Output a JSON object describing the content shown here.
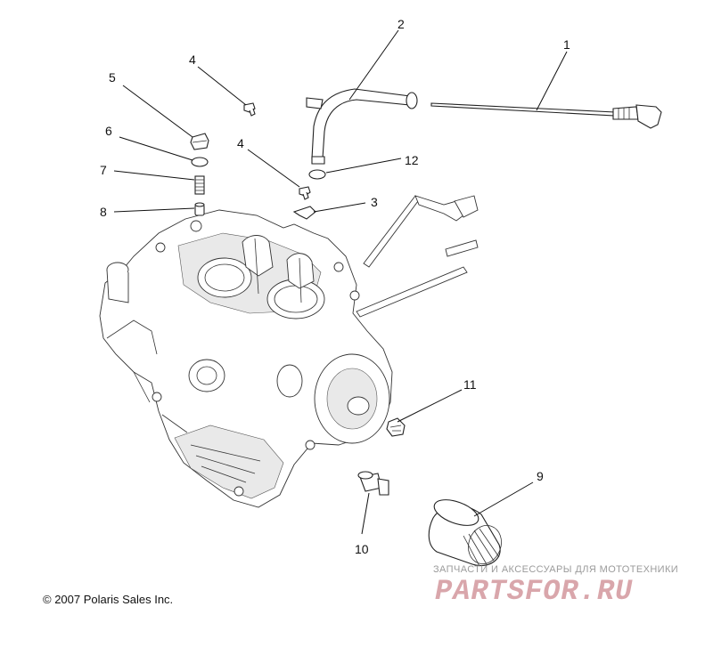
{
  "callouts": {
    "c1": "1",
    "c2": "2",
    "c3": "3",
    "c4a": "4",
    "c4b": "4",
    "c5": "5",
    "c6": "6",
    "c7": "7",
    "c8": "8",
    "c9": "9",
    "c10": "10",
    "c11": "11",
    "c12": "12"
  },
  "copyright": "© 2007 Polaris Sales Inc.",
  "watermark": {
    "subtitle": "ЗАПЧАСТИ И АКСЕССУАРЫ ДЛЯ МОТОТЕХНИКИ",
    "logo": "PARTSFOR.RU"
  },
  "colors": {
    "line": "#111111",
    "watermark_logo": "#d9a6ab",
    "watermark_text": "#9b9b9b"
  }
}
